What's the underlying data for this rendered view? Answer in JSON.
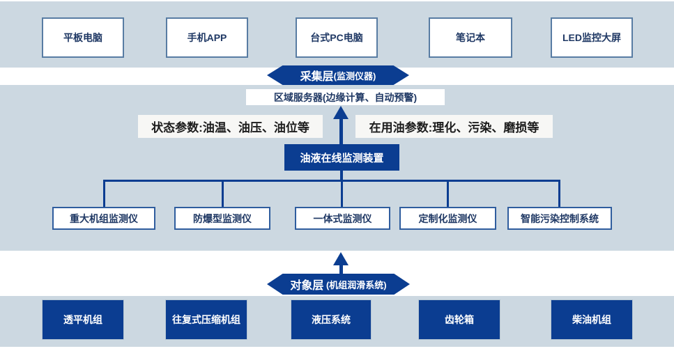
{
  "diagram": {
    "terminal_layer": {
      "items": [
        "平板电脑",
        "手机APP",
        "台式PC电脑",
        "笔记本",
        "LED监控大屏"
      ]
    },
    "collection_pill": {
      "title": "采集层",
      "subtitle": "(监测仪器)"
    },
    "server_box": "区域服务器(边缘计算、自动预警)",
    "labels": {
      "status_params": "状态参数:油温、油压、油位等",
      "oil_params": "在用油参数:理化、污染、磨损等"
    },
    "device_box": "油液在线监测装置",
    "monitor_layer": {
      "items": [
        "重大机组监测仪",
        "防爆型监测仪",
        "一体式监测仪",
        "定制化监测仪",
        "智能污染控制系统"
      ]
    },
    "object_pill": {
      "title": "对象层",
      "subtitle": " (机组润滑系统)"
    },
    "equipment_layer": {
      "items": [
        "透平机组",
        "往复式压缩机组",
        "液压系统",
        "齿轮箱",
        "柴油机组"
      ]
    },
    "colors": {
      "band_bg": "#ccd8e1",
      "dark_blue": "#0b3d91",
      "white_box_border": "#587ca3",
      "monitor_box_border": "#2f5d9e",
      "navy_text": "#1f3864"
    }
  }
}
